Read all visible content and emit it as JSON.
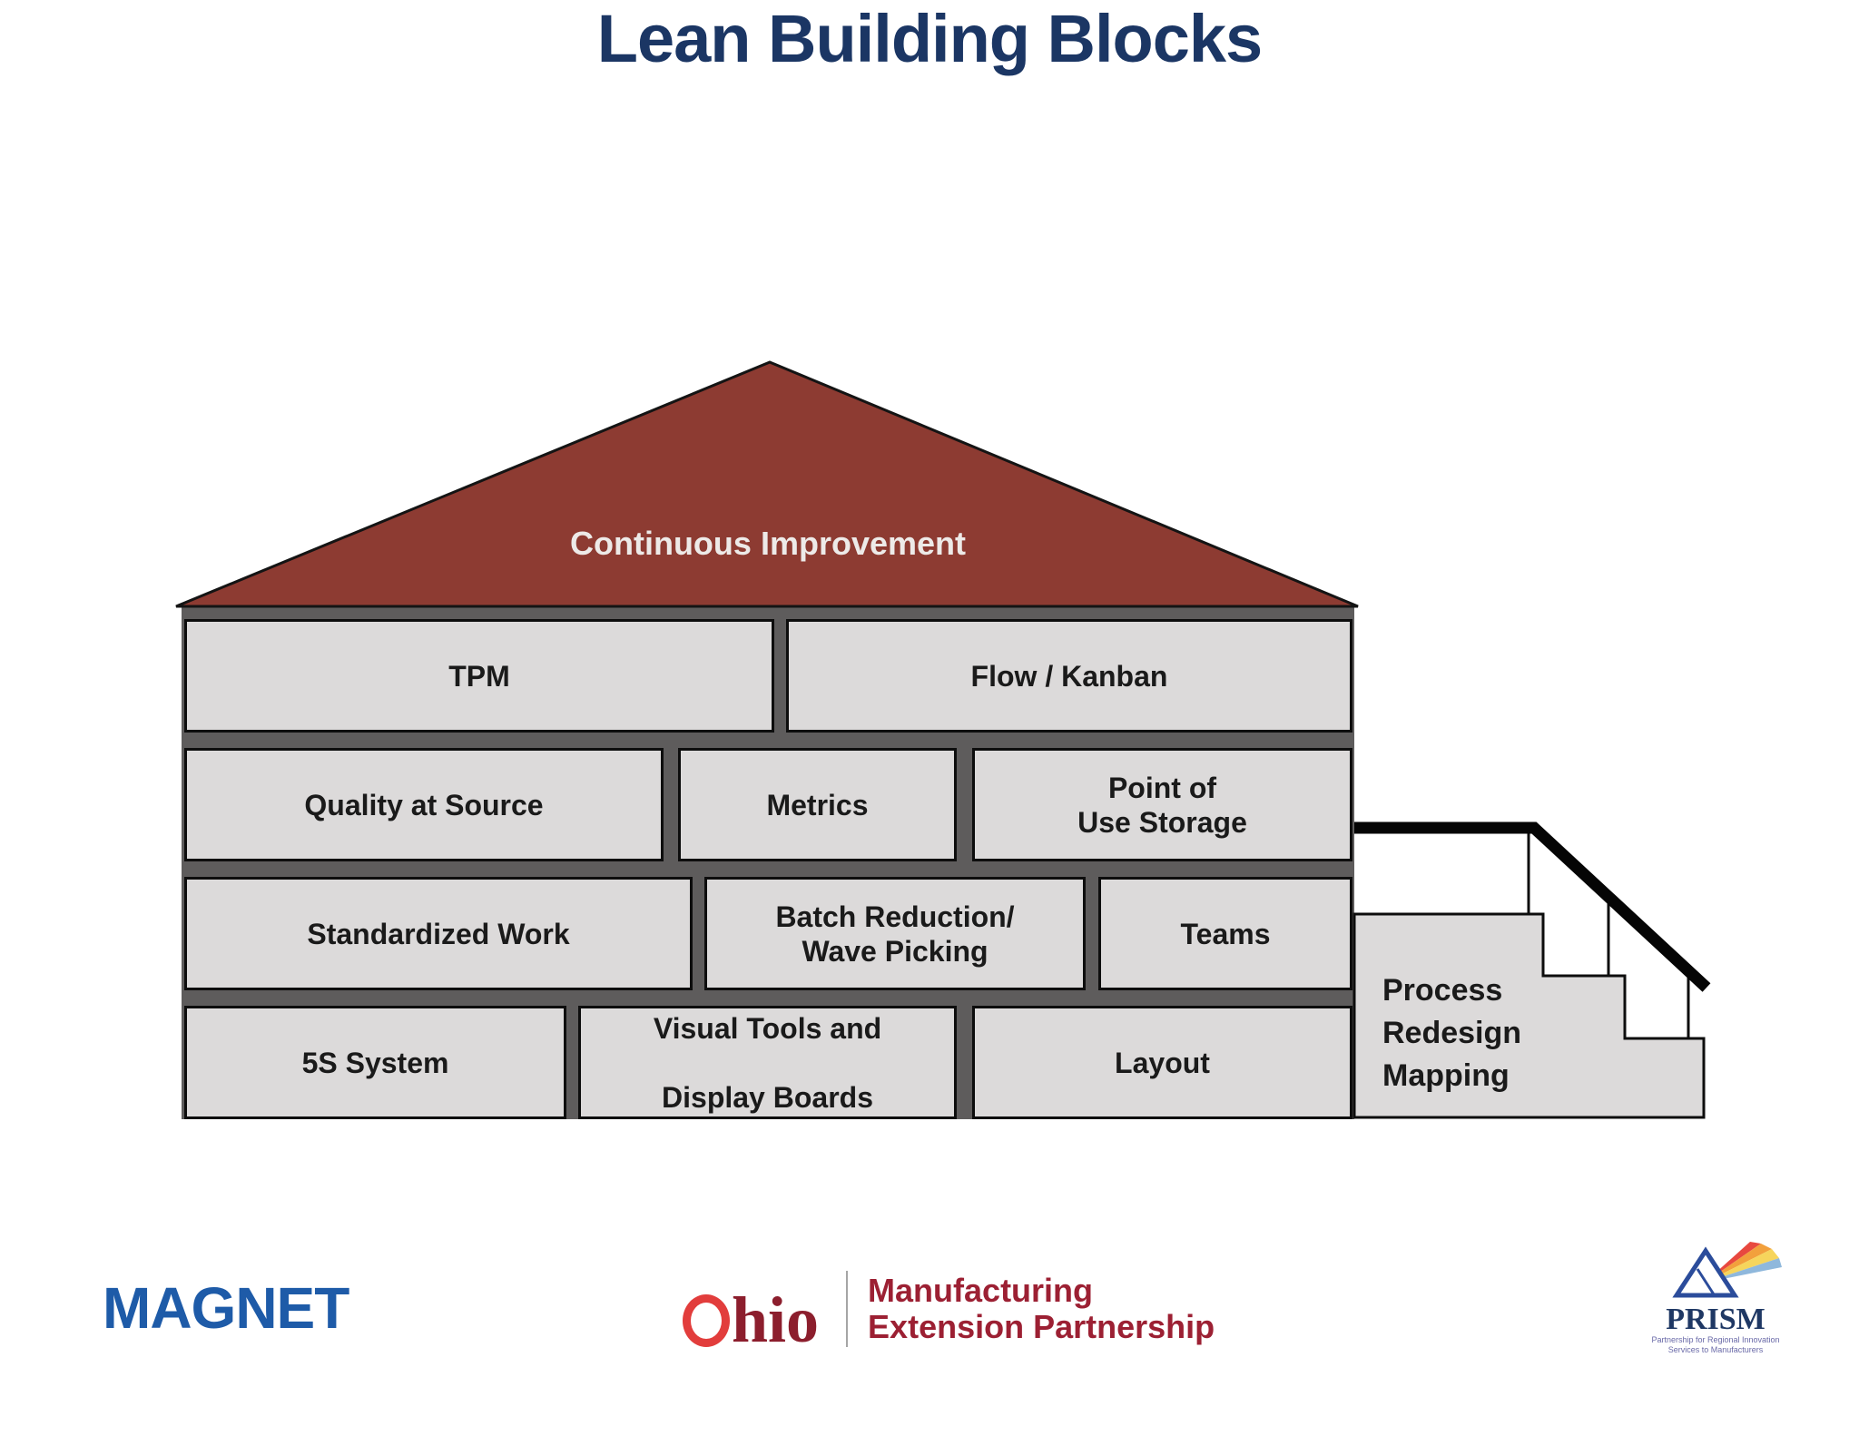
{
  "slide": {
    "title": "Lean Building Blocks"
  },
  "house": {
    "roof_label": "Continuous Improvement",
    "rows": [
      {
        "blocks": [
          {
            "label": "TPM"
          },
          {
            "label": "Flow / Kanban"
          }
        ]
      },
      {
        "blocks": [
          {
            "label": "Quality at Source"
          },
          {
            "label": "Metrics"
          },
          {
            "label": "Point of\nUse Storage"
          }
        ]
      },
      {
        "blocks": [
          {
            "label": "Standardized Work"
          },
          {
            "label": "Batch Reduction/\nWave Picking"
          },
          {
            "label": "Teams"
          }
        ]
      },
      {
        "blocks": [
          {
            "label": "5S System"
          },
          {
            "label": "Visual Tools and\n\nDisplay Boards"
          },
          {
            "label": "Layout"
          }
        ]
      }
    ],
    "stair_block_label": "Process\nRedesign\nMapping"
  },
  "footer": {
    "magnet": {
      "text": "MAGNET"
    },
    "ohio_mep": {
      "wordmark_rest": "hio",
      "line1": "Manufacturing",
      "line2": "Extension Partnership"
    },
    "prism": {
      "name": "PRISM",
      "tagline": "Partnership for Regional Innovation\nServices to Manufacturers"
    }
  },
  "colors": {
    "roof": "#8D3B32",
    "roof_text": "#EDEAE8",
    "wall_mortar": "#5E5C5C",
    "block_fill": "#DCDADA",
    "block_border": "#0D0D0D",
    "block_text": "#1A1A1A",
    "title_text": "#1B3664",
    "magnet_blue": "#1E5BA8",
    "ohio_bright_red": "#E23D3C",
    "ohio_maroon": "#8C1E2D",
    "mep_red": "#9C2033",
    "prism_navy": "#1F3864"
  }
}
